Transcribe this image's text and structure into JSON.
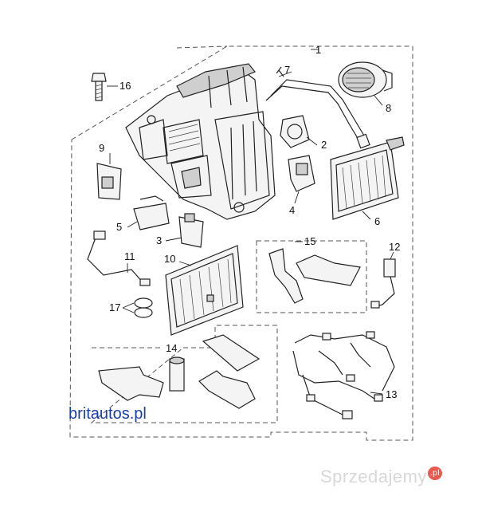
{
  "callouts": {
    "c1": "1",
    "c2": "2",
    "c3": "3",
    "c4": "4",
    "c5": "5",
    "c6": "6",
    "c7": "7",
    "c8": "8",
    "c9": "9",
    "c10": "10",
    "c11": "11",
    "c12": "12",
    "c13": "13",
    "c14": "14",
    "c15": "15",
    "c16": "16",
    "c17": "17"
  },
  "brand": "britautos.pl",
  "watermark": {
    "name": "Sprzedajemy",
    "tld": ".pl"
  },
  "colors": {
    "brand": "#1a3fa8",
    "watermark": "#d8d8d8",
    "watermark_badge": "#e85a4f"
  }
}
